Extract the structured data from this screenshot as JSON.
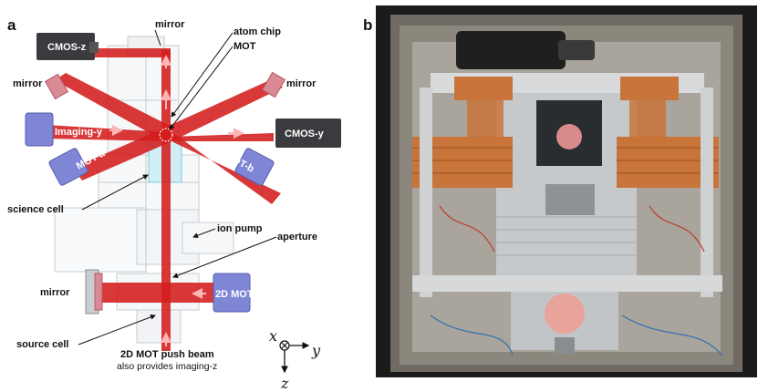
{
  "panel_a": {
    "letter": "a",
    "labels": {
      "cmos_z": "CMOS-z",
      "cmos_y": "CMOS-y",
      "mirror_top": "mirror",
      "mirror_left": "mirror",
      "mirror_right": "mirror",
      "mirror_bottom": "mirror",
      "atom_chip": "atom chip",
      "mot": "MOT",
      "imaging_y": "Imaging-y",
      "mot_a": "MOT-a",
      "mot_b": "MOT-b",
      "science_cell": "science cell",
      "ion_pump": "ion pump",
      "aperture": "aperture",
      "mot_2d": "2D MOT",
      "source_cell": "source cell",
      "push_beam": "2D MOT push beam",
      "push_beam_note": "also provides imaging-z"
    },
    "axes": {
      "x": "x",
      "y": "y",
      "z": "z"
    }
  },
  "panel_b": {
    "letter": "b"
  },
  "colors": {
    "beam": "#d41c1c",
    "beam_light": "#e8505a",
    "camera": "#3b3b3f",
    "laser_module": "#7f86d6",
    "copper": "#c8743a",
    "aluminium": "#c9ccd0"
  }
}
